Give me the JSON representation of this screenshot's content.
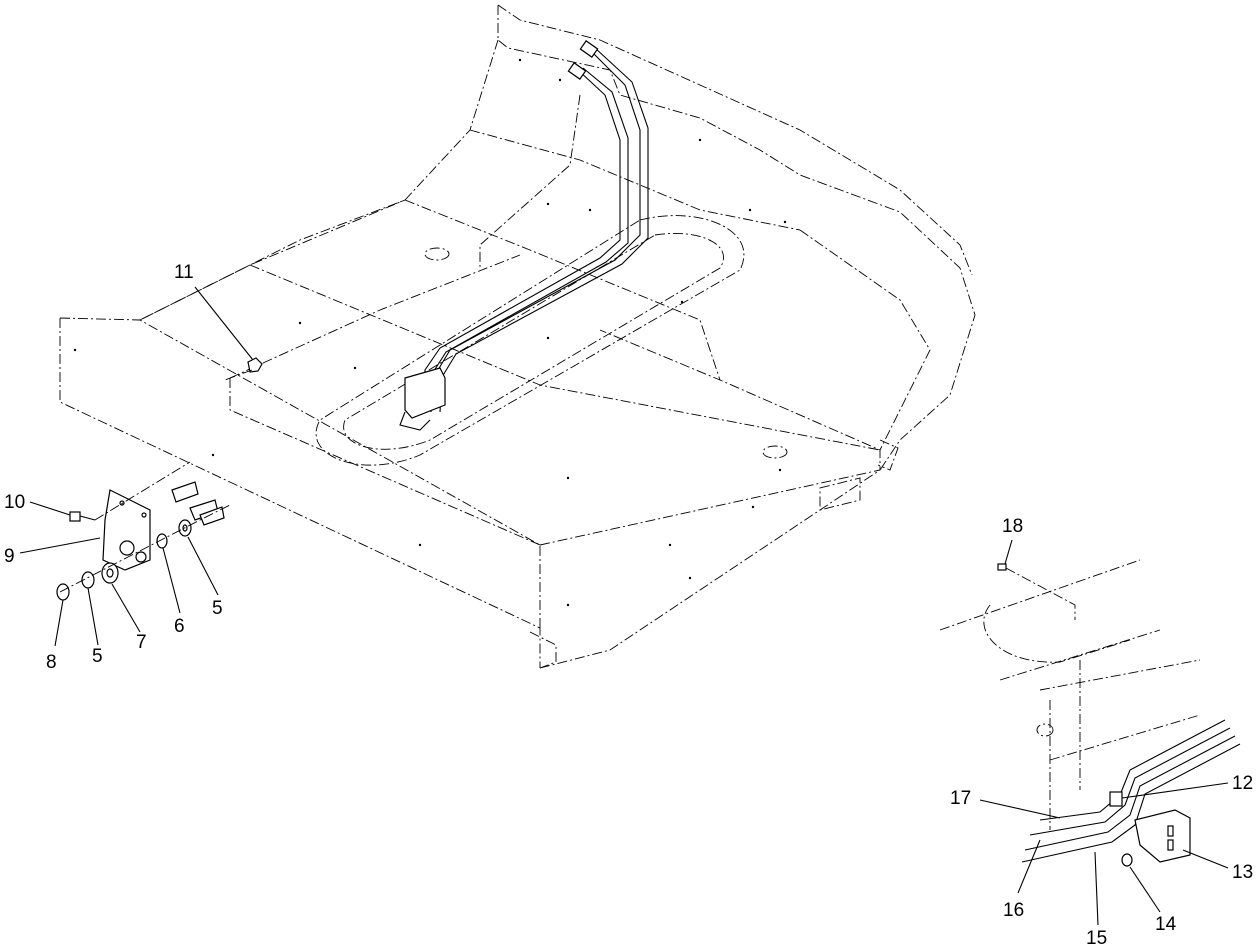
{
  "callouts": [
    {
      "id": "c5a",
      "number": "5"
    },
    {
      "id": "c5b",
      "number": "5"
    },
    {
      "id": "c6",
      "number": "6"
    },
    {
      "id": "c7",
      "number": "7"
    },
    {
      "id": "c8",
      "number": "8"
    },
    {
      "id": "c9",
      "number": "9"
    },
    {
      "id": "c10",
      "number": "10"
    },
    {
      "id": "c11",
      "number": "11"
    },
    {
      "id": "c12",
      "number": "12"
    },
    {
      "id": "c13",
      "number": "13"
    },
    {
      "id": "c14",
      "number": "14"
    },
    {
      "id": "c15",
      "number": "15"
    },
    {
      "id": "c16",
      "number": "16"
    },
    {
      "id": "c17",
      "number": "17"
    },
    {
      "id": "c18",
      "number": "18"
    }
  ]
}
